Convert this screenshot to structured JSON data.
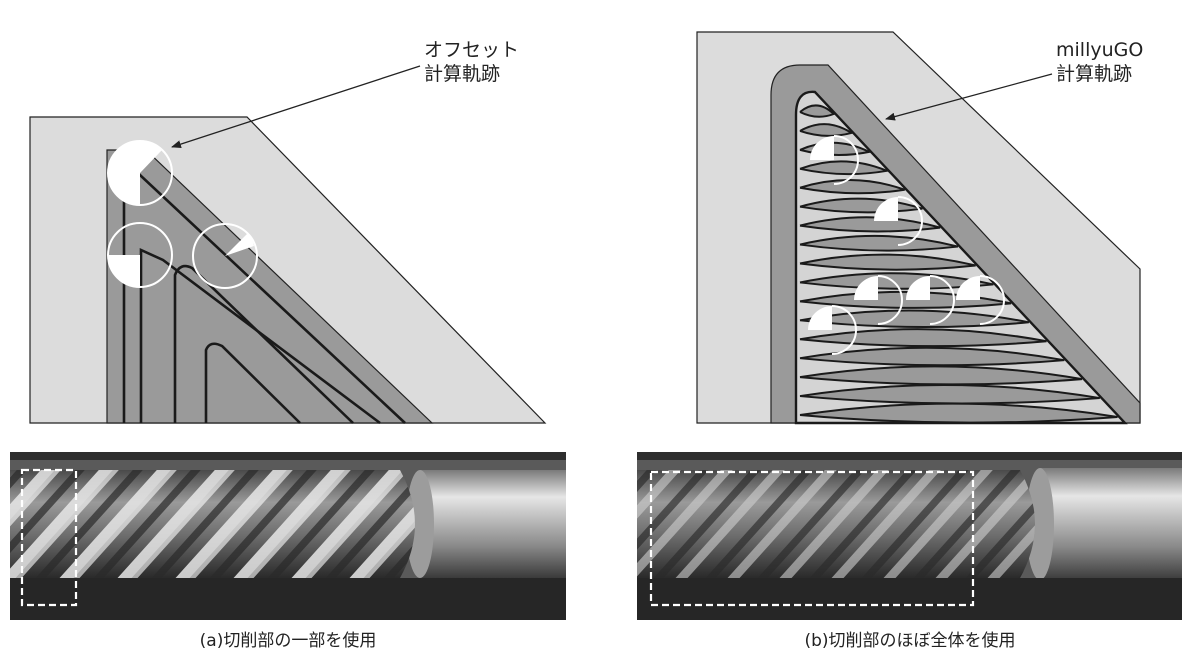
{
  "panel_a": {
    "callout": [
      "オフセット",
      "計算軌跡"
    ],
    "caption": "(a)切削部の一部を使用"
  },
  "panel_b": {
    "callout": [
      "millyuGO",
      "計算軌跡"
    ],
    "caption": "(b)切削部のほぼ全体を使用"
  },
  "colors": {
    "stock": "#dcdcdc",
    "cut_region": "#9a9a9a",
    "toolpath": "#1a1a1a",
    "tool_circle": "#ffffff",
    "photo_dark": "#2e2e2e",
    "photo_light": "#bdbdbd"
  }
}
